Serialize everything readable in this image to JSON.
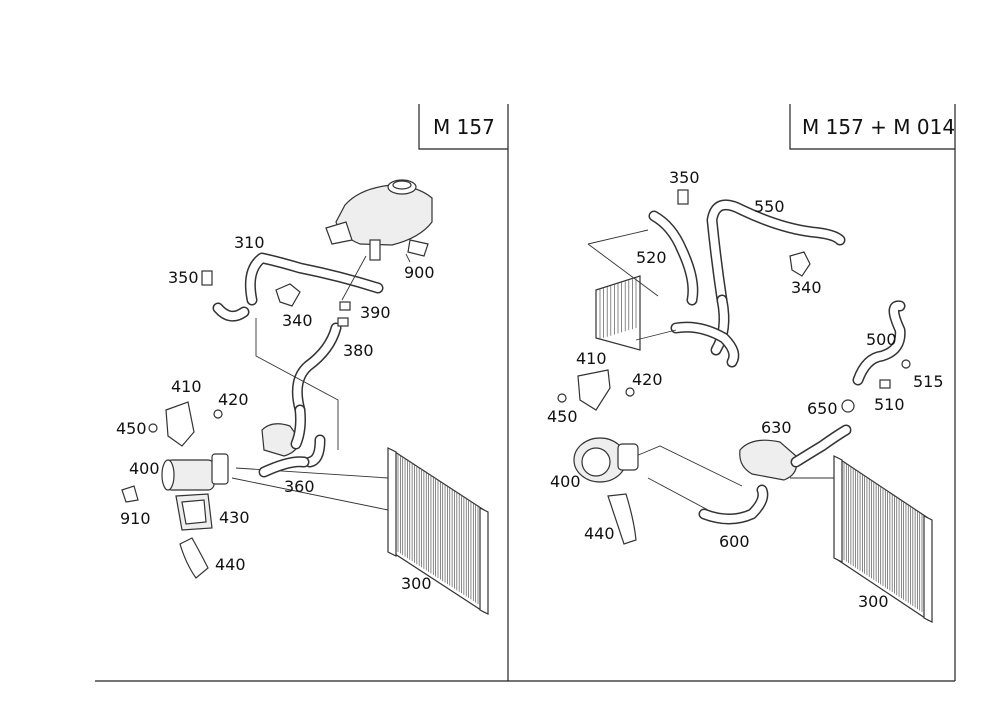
{
  "panels": {
    "left": {
      "title": "M 157",
      "callouts": {
        "c310": "310",
        "c350": "350",
        "c340": "340",
        "c390": "390",
        "c380": "380",
        "c900": "900",
        "c410": "410",
        "c420": "420",
        "c450": "450",
        "c400": "400",
        "c360": "360",
        "c910": "910",
        "c430": "430",
        "c440": "440",
        "c300": "300"
      }
    },
    "right": {
      "title": "M 157 + M 014",
      "callouts": {
        "c350": "350",
        "c550": "550",
        "c520": "520",
        "c340": "340",
        "c410": "410",
        "c420": "420",
        "c450": "450",
        "c500": "500",
        "c515": "515",
        "c510": "510",
        "c650": "650",
        "c630": "630",
        "c400": "400",
        "c440": "440",
        "c600": "600",
        "c300": "300"
      }
    }
  }
}
